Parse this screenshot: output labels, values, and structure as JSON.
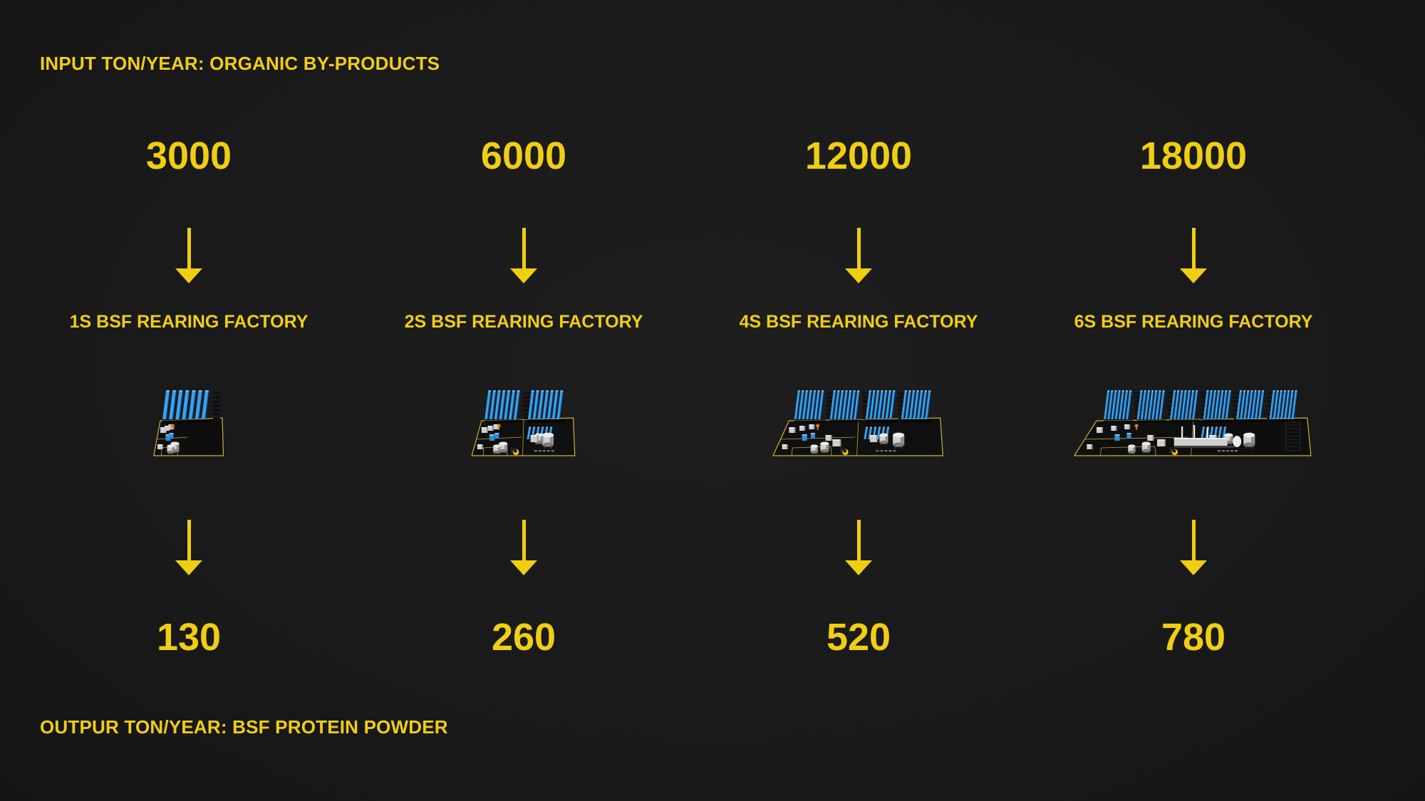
{
  "title": {
    "input_label": "INPUT TON/YEAR: ORGANIC BY-PRODUCTS",
    "output_label": "OUTPUR TON/YEAR: BSF PROTEIN POWDER"
  },
  "colors": {
    "background": "#1a1a1b",
    "accent_yellow": "#f0ce12",
    "floor_line_yellow": "#c9b337",
    "container_blue": "#37a2ef"
  },
  "icons": {
    "down_arrow": "down-arrow-icon",
    "factory": "factory-isometric-icon"
  },
  "stages": [
    {
      "input_ton_year": "3000",
      "factory_label": "1S BSF REARING FACTORY",
      "output_ton_year": "130",
      "modules": 1
    },
    {
      "input_ton_year": "6000",
      "factory_label": "2S BSF REARING FACTORY",
      "output_ton_year": "260",
      "modules": 2
    },
    {
      "input_ton_year": "12000",
      "factory_label": "4S BSF REARING FACTORY",
      "output_ton_year": "520",
      "modules": 4
    },
    {
      "input_ton_year": "18000",
      "factory_label": "6S BSF REARING FACTORY",
      "output_ton_year": "780",
      "modules": 6
    }
  ]
}
